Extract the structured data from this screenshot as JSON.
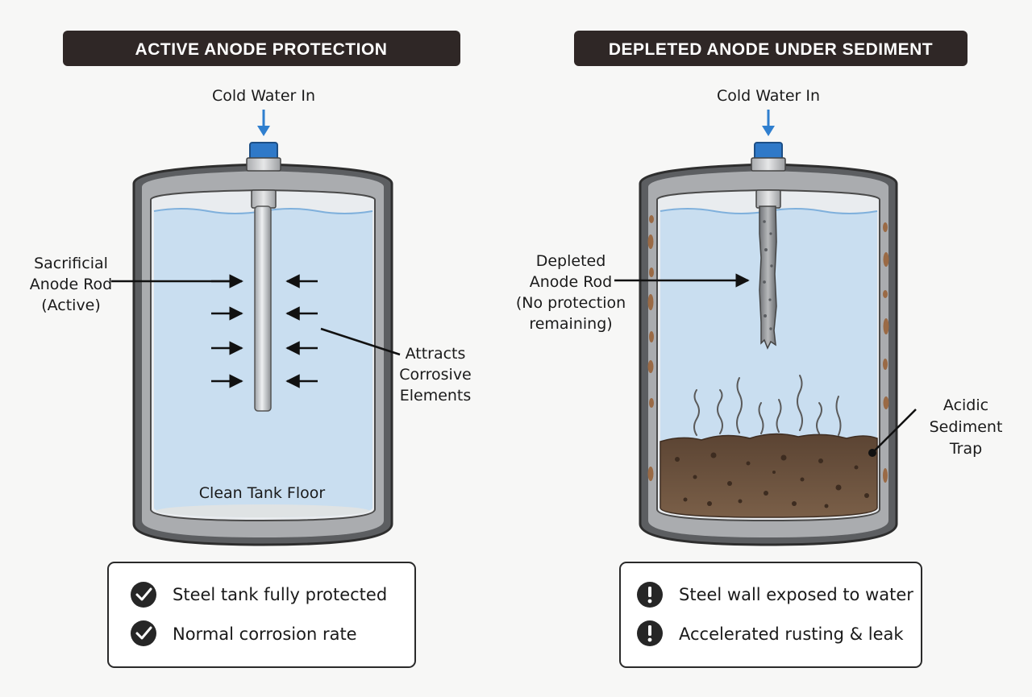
{
  "panels": [
    {
      "banner": "ACTIVE ANODE PROTECTION",
      "inlet_label": "Cold Water In",
      "rod_label": [
        "Sacrificial",
        "Anode Rod",
        "(Active)"
      ],
      "attract_label": [
        "Attracts",
        "Corrosive",
        "Elements"
      ],
      "floor_label": "Clean Tank Floor",
      "status_items": [
        "Steel tank fully protected",
        "Normal corrosion rate"
      ]
    },
    {
      "banner": "DEPLETED ANODE UNDER SEDIMENT",
      "inlet_label": "Cold Water In",
      "rod_label": [
        "Depleted",
        "Anode Rod",
        "(No protection",
        "remaining)"
      ],
      "sediment_label": [
        "Acidic",
        "Sediment",
        "Trap"
      ],
      "status_items": [
        "Steel wall exposed to water",
        "Accelerated rusting & leak"
      ]
    }
  ],
  "colors": {
    "banner_bg": "#2f2726",
    "water": "#c9def0",
    "water_line": "#7fb0dc",
    "arrow_blue": "#2f7fcf",
    "inlet_cap": "#2f79c8",
    "tank_steel": "#8c8e91",
    "tank_outline": "#333333",
    "sediment": "#6b5340",
    "rust": "#9a6a45"
  },
  "icons": {
    "ok": "check-circle-icon",
    "warn": "exclamation-circle-icon"
  }
}
